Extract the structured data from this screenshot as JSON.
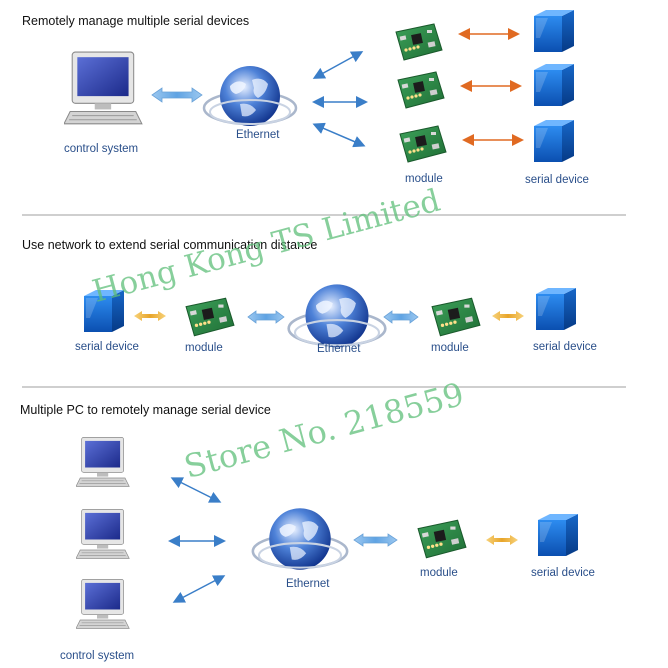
{
  "sections": [
    {
      "heading": "Remotely manage multiple serial devices",
      "labels": {
        "computer": "control system",
        "network": "Ethernet",
        "module": "module",
        "device": "serial device"
      }
    },
    {
      "heading": "Use network to extend serial communication distance",
      "labels": {
        "device_left": "serial device",
        "module_left": "module",
        "network": "Ethernet",
        "module_right": "module",
        "device_right": "serial device"
      }
    },
    {
      "heading": "Multiple PC to remotely manage serial device",
      "labels": {
        "computer": "control system",
        "network": "Ethernet",
        "module": "module",
        "device": "serial device"
      }
    }
  ],
  "watermark": {
    "line1": "Hong Kong TS Limited",
    "line2": "Store No. 218559"
  },
  "colors": {
    "label_text": "#2a4f8a",
    "watermark": "#5fbf7a",
    "blue_arrow": "#3a7ec8",
    "orange_arrow": "#e06a22",
    "cube": "#1a6fd4"
  }
}
